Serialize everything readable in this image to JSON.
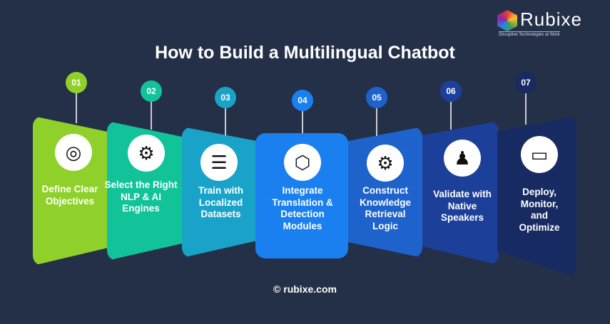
{
  "logo": {
    "name": "Rubixe",
    "tagline": "Disruptive Technologies at Work"
  },
  "title": "How to Build a Multilingual Chatbot",
  "steps": [
    {
      "number": "01",
      "label": "Define Clear Objectives",
      "icon": "target-search-icon",
      "color": "#8fd12a"
    },
    {
      "number": "02",
      "label": "Select the Right NLP & AI Engines",
      "icon": "lightbulb-gears-icon",
      "color": "#12c39a"
    },
    {
      "number": "03",
      "label": "Train with Localized Datasets",
      "icon": "database-icon",
      "color": "#1aa3c9"
    },
    {
      "number": "04",
      "label": "Integrate Translation & Detection Modules",
      "icon": "cubes-network-icon",
      "color": "#1a80ef"
    },
    {
      "number": "05",
      "label": "Construct Knowledge Retrieval Logic",
      "icon": "head-gear-flowchart-icon",
      "color": "#1e62cc"
    },
    {
      "number": "06",
      "label": "Validate with Native Speakers",
      "icon": "speaker-audience-icon",
      "color": "#1c409a"
    },
    {
      "number": "07",
      "label": "Deploy, Monitor, and Optimize",
      "icon": "monitor-gauge-check-icon",
      "color": "#172a62"
    }
  ],
  "footer": {
    "copyright_symbol": "©",
    "site": "rubixe.com"
  }
}
